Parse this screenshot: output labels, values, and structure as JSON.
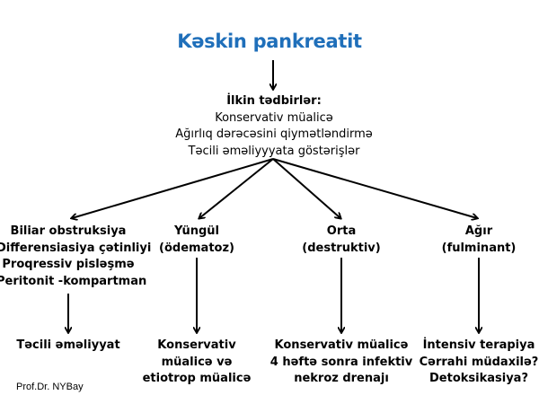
{
  "title": "Kəskin pankreatit",
  "colors": {
    "title": "#1f6fba",
    "text": "#000000",
    "arrows": "#000000"
  },
  "initial_measures": {
    "heading": "İlkin tədbirlər:",
    "items": [
      "Konservativ müalicə",
      "Ağırlıq dərəcəsini qiymətləndirmə",
      "Təcili əməliyyyata göstərişlər"
    ]
  },
  "branches": [
    {
      "id": "surgical-indications",
      "condition_lines": [
        "Biliar obstruksiya",
        "Differensiasiya çətinliyi",
        "Proqressiv pisləşmə",
        "Peritonit -kompartman"
      ],
      "outcome_lines": [
        "Təcili əməliyyat"
      ]
    },
    {
      "id": "mild",
      "condition_lines": [
        "Yüngül",
        "(ödematoz)"
      ],
      "outcome_lines": [
        "Konservativ",
        "müalicə və",
        "etiotrop müalicə"
      ]
    },
    {
      "id": "moderate",
      "condition_lines": [
        "Orta",
        "(destruktiv)"
      ],
      "outcome_lines": [
        "Konservativ müalicə",
        "4 həftə sonra infektiv",
        "nekroz drenajı"
      ]
    },
    {
      "id": "severe",
      "condition_lines": [
        "Ağır",
        "(fulminant)"
      ],
      "outcome_lines": [
        "İntensiv terapiya",
        "Cərrahi müdaxilə?",
        "Detoksikasiya?"
      ]
    }
  ],
  "credit": "Prof.Dr. NYBay"
}
